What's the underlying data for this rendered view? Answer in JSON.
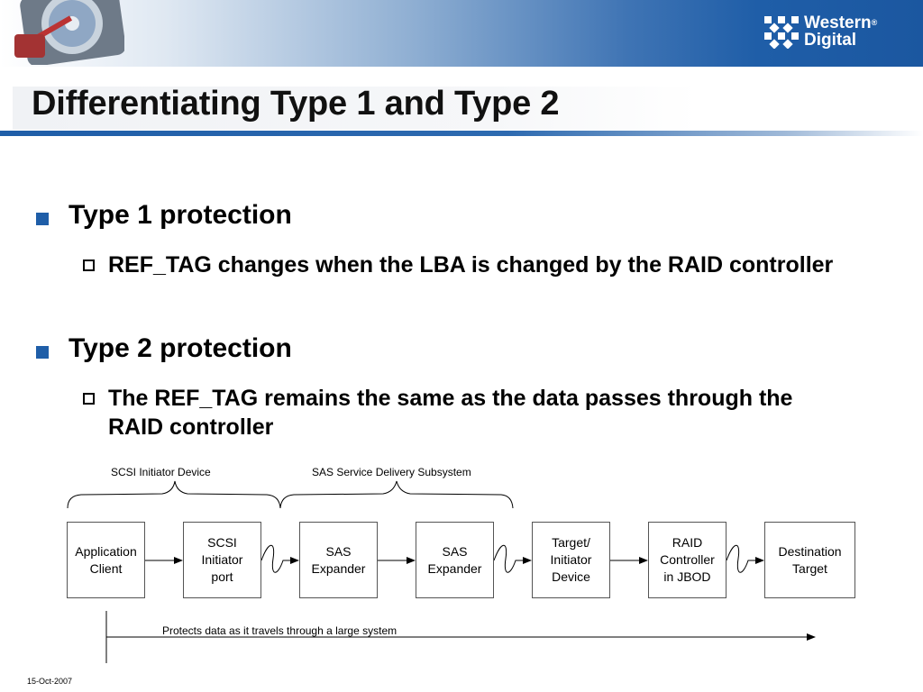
{
  "header": {
    "logo_line1": "Western",
    "logo_line2": "Digital",
    "logo_registered": "®",
    "brand_color": "#1f5ea8"
  },
  "title": "Differentiating Type 1 and Type 2",
  "bullets": [
    {
      "text": "Type 1 protection",
      "sub": "REF_TAG changes when the LBA is changed by the RAID controller"
    },
    {
      "text": "Type 2 protection",
      "sub": "The REF_TAG remains the same as the data passes through the RAID controller"
    }
  ],
  "diagram": {
    "brace_labels": [
      "SCSI Initiator Device",
      "SAS Service Delivery Subsystem"
    ],
    "boxes": [
      "Application\nClient",
      "SCSI\nInitiator\nport",
      "SAS\nExpander",
      "SAS\nExpander",
      "Target/\nInitiator\nDevice",
      "RAID\nController\nin JBOD",
      "Destination\nTarget"
    ],
    "arrow_label": "Protects data as it travels through a large system"
  },
  "footer": {
    "date": "15-Oct-2007"
  }
}
